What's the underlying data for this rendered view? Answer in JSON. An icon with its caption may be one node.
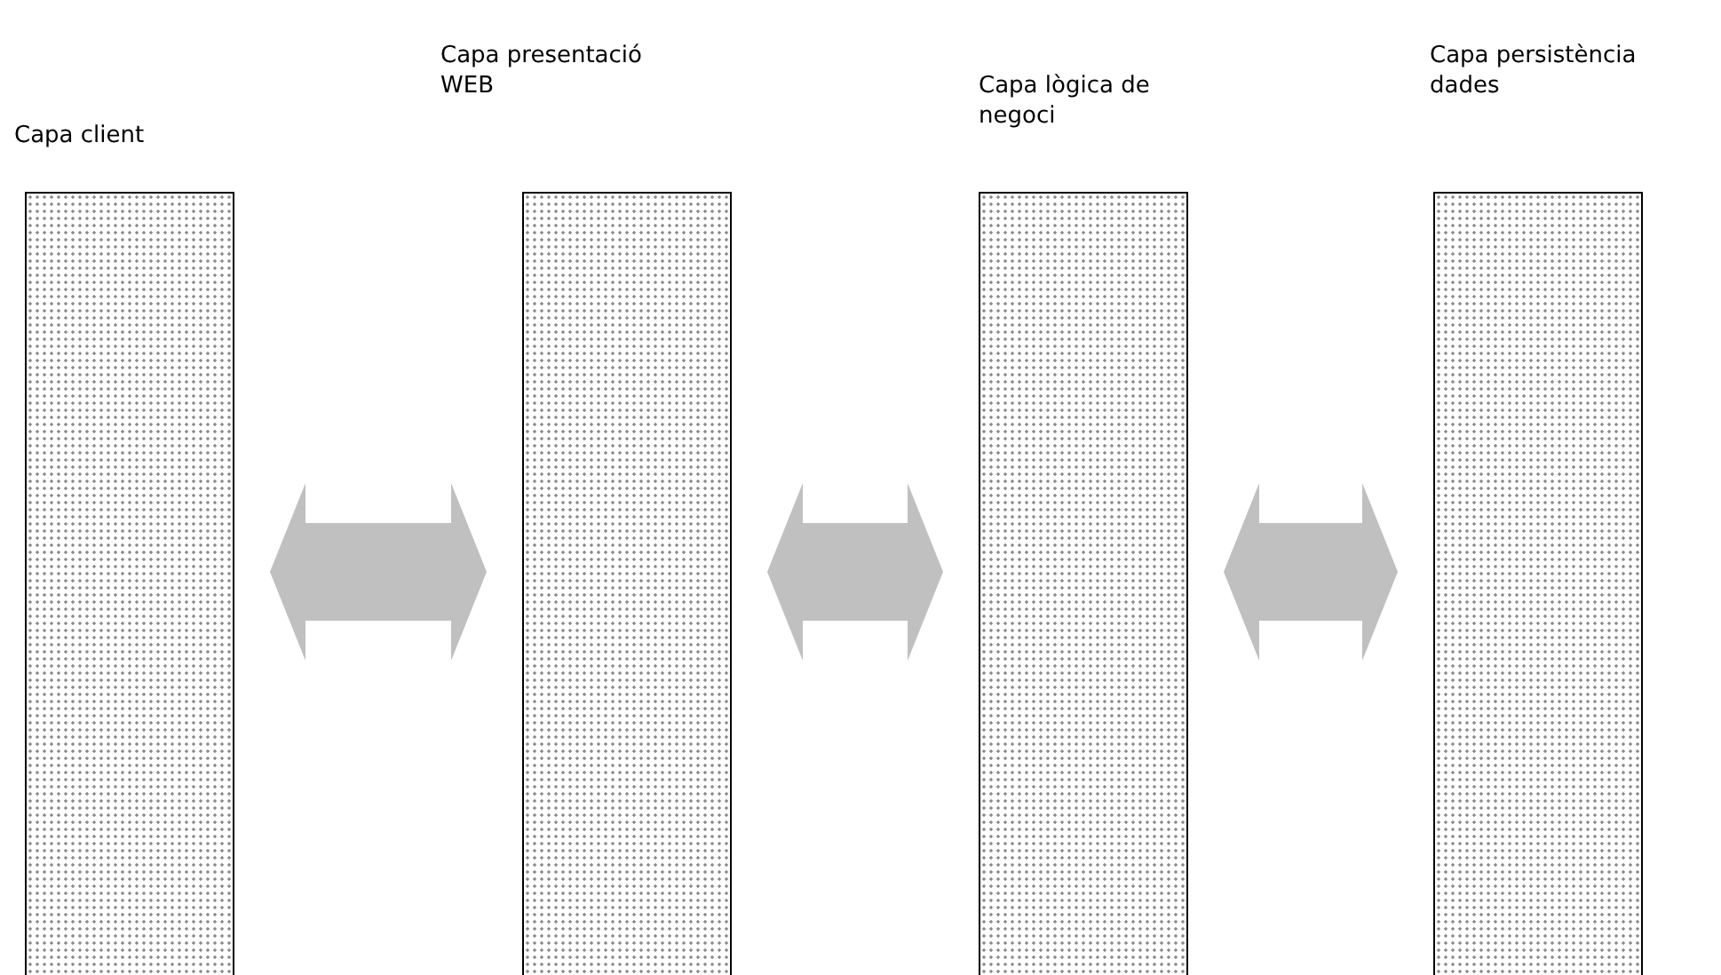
{
  "diagram": {
    "nodes": [
      {
        "text": [
          "Capa client"
        ]
      },
      {
        "text": [
          "Capa presentació WEB"
        ]
      },
      {
        "text": [
          "Capa lògica de negoci"
        ]
      },
      {
        "text": [
          "Capa persistència dades"
        ]
      }
    ],
    "edges": [
      {
        "from": 0,
        "to": 1,
        "arrow": "both"
      },
      {
        "from": 1,
        "to": 2,
        "arrow": "both"
      },
      {
        "from": 2,
        "to": 3,
        "arrow": "both"
      }
    ]
  }
}
